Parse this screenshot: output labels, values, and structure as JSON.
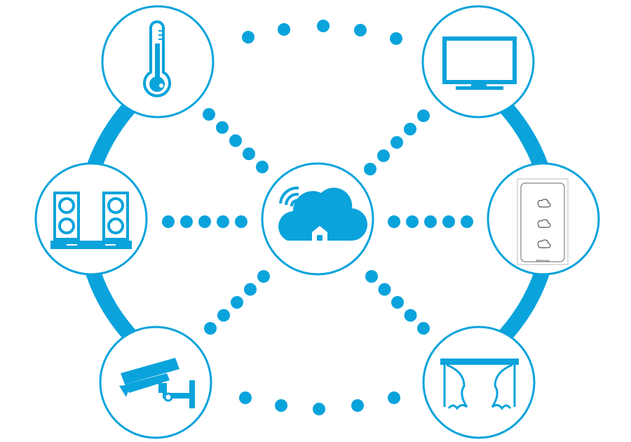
{
  "accent_color": "#0aa3dc",
  "hub": {
    "icon": "cloud-home-wifi-icon"
  },
  "devices": [
    {
      "name": "thermometer",
      "icon": "thermometer-icon"
    },
    {
      "name": "tv",
      "icon": "tv-icon"
    },
    {
      "name": "speakers",
      "icon": "speakers-icon"
    },
    {
      "name": "switch-panel",
      "icon": "switch-panel-icon",
      "label": "Telehome"
    },
    {
      "name": "camera",
      "icon": "security-camera-icon"
    },
    {
      "name": "curtain",
      "icon": "curtain-icon"
    }
  ]
}
